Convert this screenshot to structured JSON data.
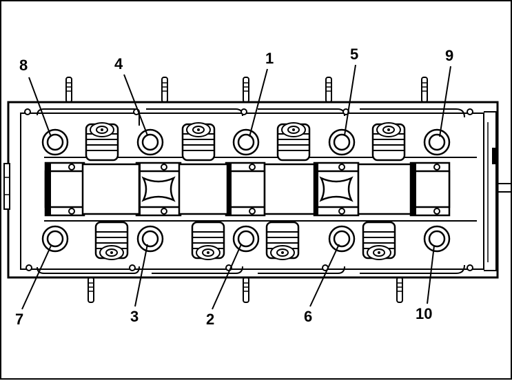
{
  "figure": {
    "top_bolt_labels": [
      "8",
      "4",
      "1",
      "5",
      "9"
    ],
    "bottom_bolt_labels": [
      "7",
      "3",
      "2",
      "6",
      "10"
    ],
    "line_color": "#000000",
    "fill_color": "#ffffff"
  }
}
